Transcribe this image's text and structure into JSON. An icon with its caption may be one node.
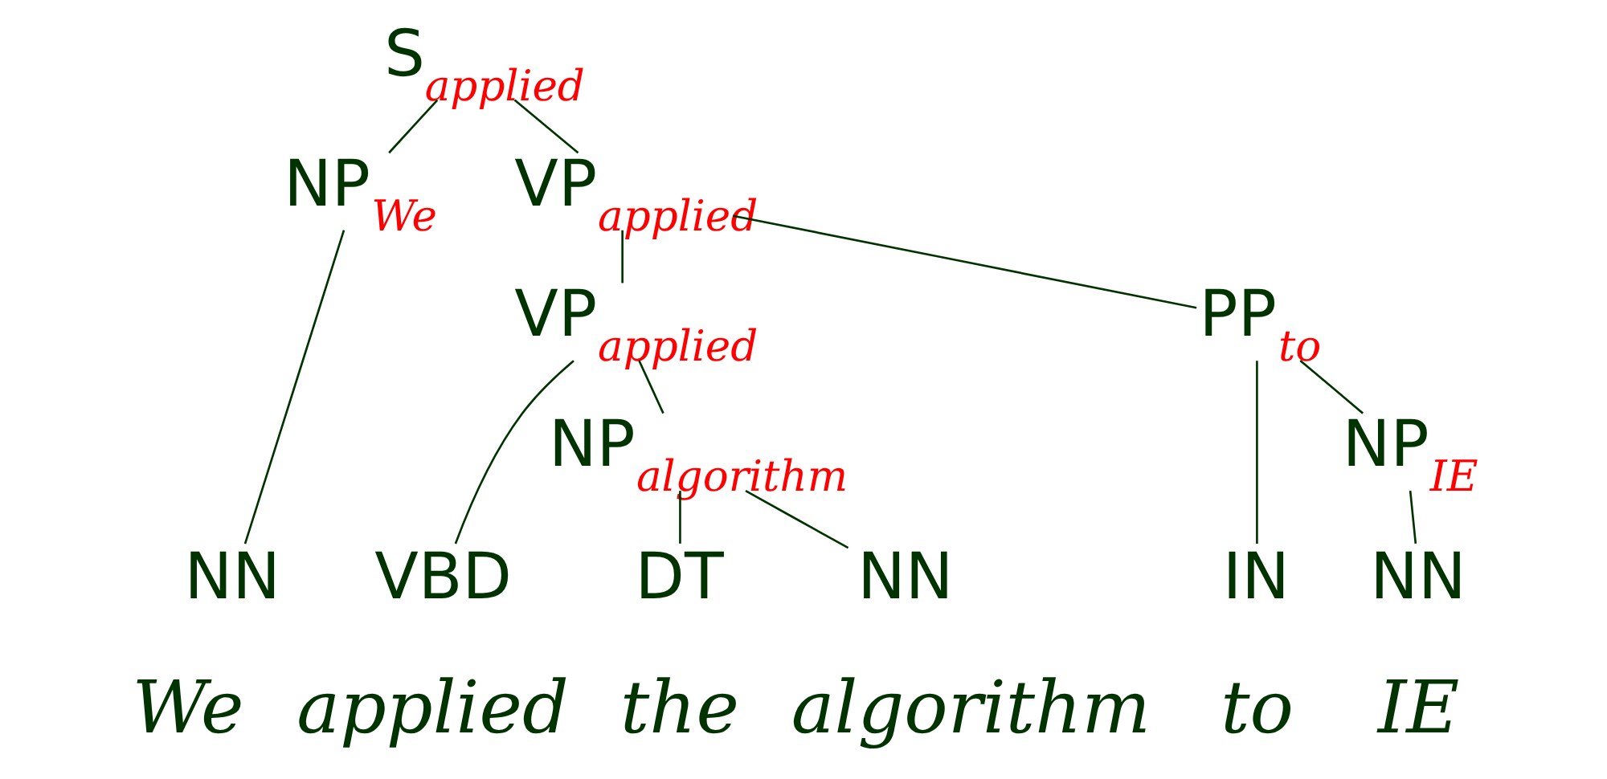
{
  "diagram": {
    "nodes": [
      {
        "text": [
          "S",
          "applied"
        ]
      },
      {
        "text": [
          "VP",
          "applied"
        ]
      },
      {
        "text": [
          "NP",
          "We"
        ]
      },
      {
        "text": [
          "VP",
          "applied"
        ]
      },
      {
        "text": [
          "PP",
          "to"
        ]
      },
      {
        "text": [
          "NN"
        ]
      },
      {
        "text": [
          "VBD"
        ]
      },
      {
        "text": [
          "NP",
          "algorithm"
        ]
      },
      {
        "text": [
          "IN"
        ]
      },
      {
        "text": [
          "NP",
          "IE"
        ]
      },
      {
        "text": [
          "DT"
        ]
      },
      {
        "text": [
          "NN"
        ]
      },
      {
        "text": [
          "NN"
        ]
      }
    ],
    "edges": [
      {
        "from": 0,
        "to": 2,
        "arrow": "none"
      },
      {
        "from": 0,
        "to": 1,
        "arrow": "none"
      },
      {
        "from": 2,
        "to": 5,
        "arrow": "none"
      },
      {
        "from": 1,
        "to": 3,
        "arrow": "none"
      },
      {
        "from": 1,
        "to": 4,
        "arrow": "none"
      },
      {
        "from": 3,
        "to": 6,
        "arrow": "none"
      },
      {
        "from": 3,
        "to": 7,
        "arrow": "none"
      },
      {
        "from": 4,
        "to": 8,
        "arrow": "none"
      },
      {
        "from": 4,
        "to": 9,
        "arrow": "none"
      },
      {
        "from": 7,
        "to": 10,
        "arrow": "none"
      },
      {
        "from": 7,
        "to": 11,
        "arrow": "none"
      },
      {
        "from": 9,
        "to": 12,
        "arrow": "none"
      }
    ],
    "labels": [
      "We",
      "applied",
      "the",
      "algorithm",
      "to",
      "IE"
    ]
  }
}
